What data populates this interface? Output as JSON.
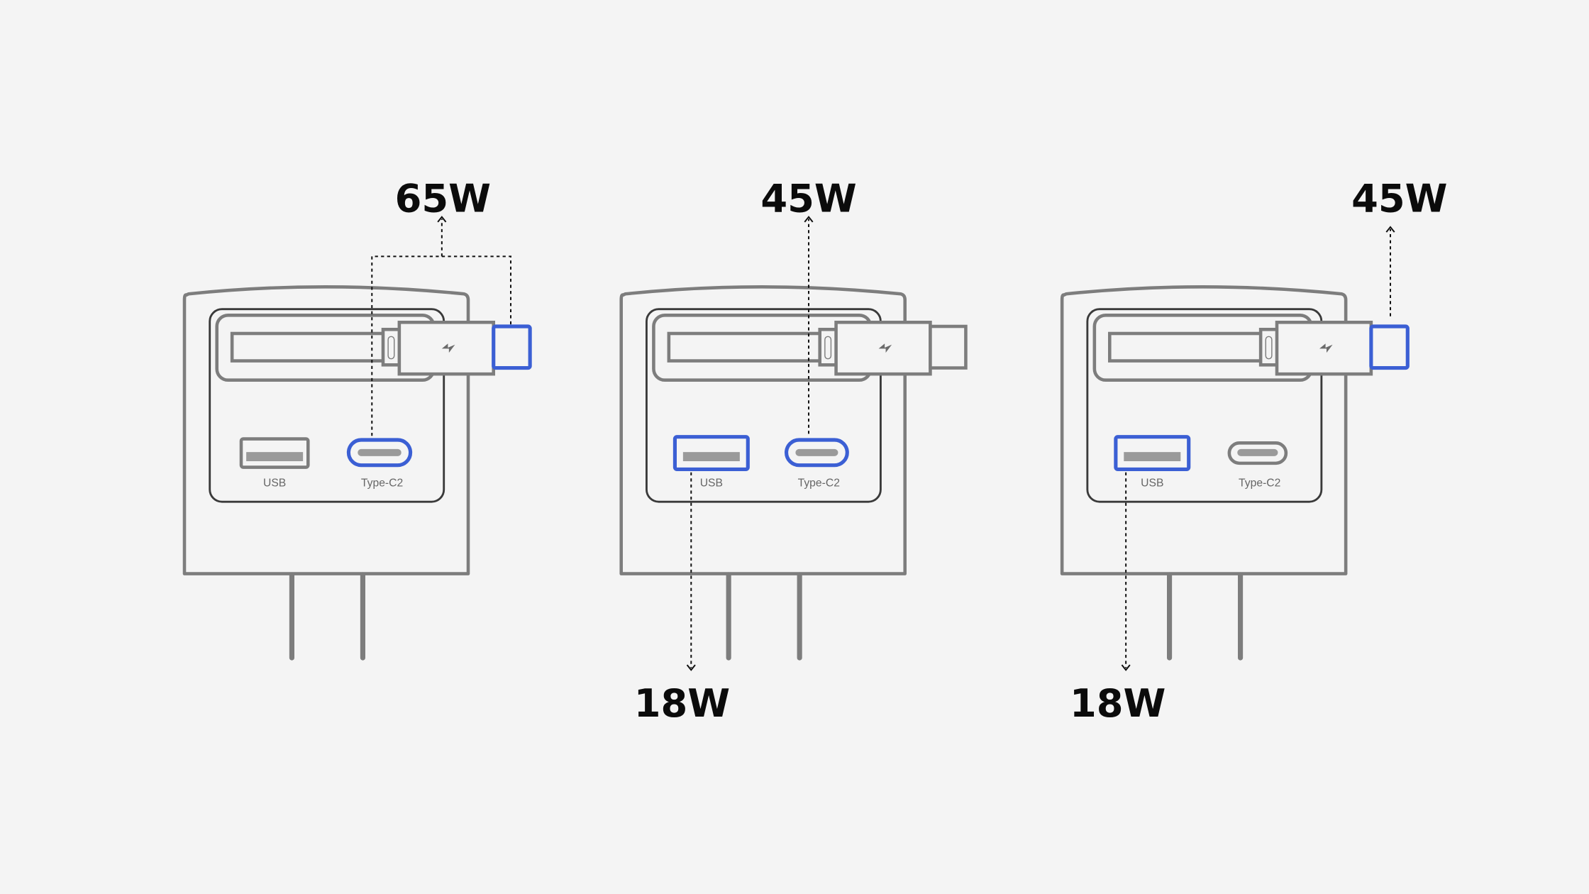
{
  "colors": {
    "background": "#f4f4f4",
    "outline_gray": "#7d7d7d",
    "active_blue": "#3b5fd4",
    "text": "#0b0b0b"
  },
  "chargers": [
    {
      "id": "charger-1",
      "top_label": "65W",
      "bottom_label": "",
      "ports": {
        "usb_label": "USB",
        "typec_label": "Type-C2"
      },
      "active": {
        "cable_plug": true,
        "usb": false,
        "typec": true
      }
    },
    {
      "id": "charger-2",
      "top_label": "45W",
      "bottom_label": "18W",
      "ports": {
        "usb_label": "USB",
        "typec_label": "Type-C2"
      },
      "active": {
        "cable_plug": false,
        "usb": true,
        "typec": true
      }
    },
    {
      "id": "charger-3",
      "top_label": "45W",
      "bottom_label": "18W",
      "ports": {
        "usb_label": "USB",
        "typec_label": "Type-C2"
      },
      "active": {
        "cable_plug": true,
        "usb": true,
        "typec": false
      }
    }
  ],
  "icons": {
    "plug": "lightning-bolt-icon"
  }
}
